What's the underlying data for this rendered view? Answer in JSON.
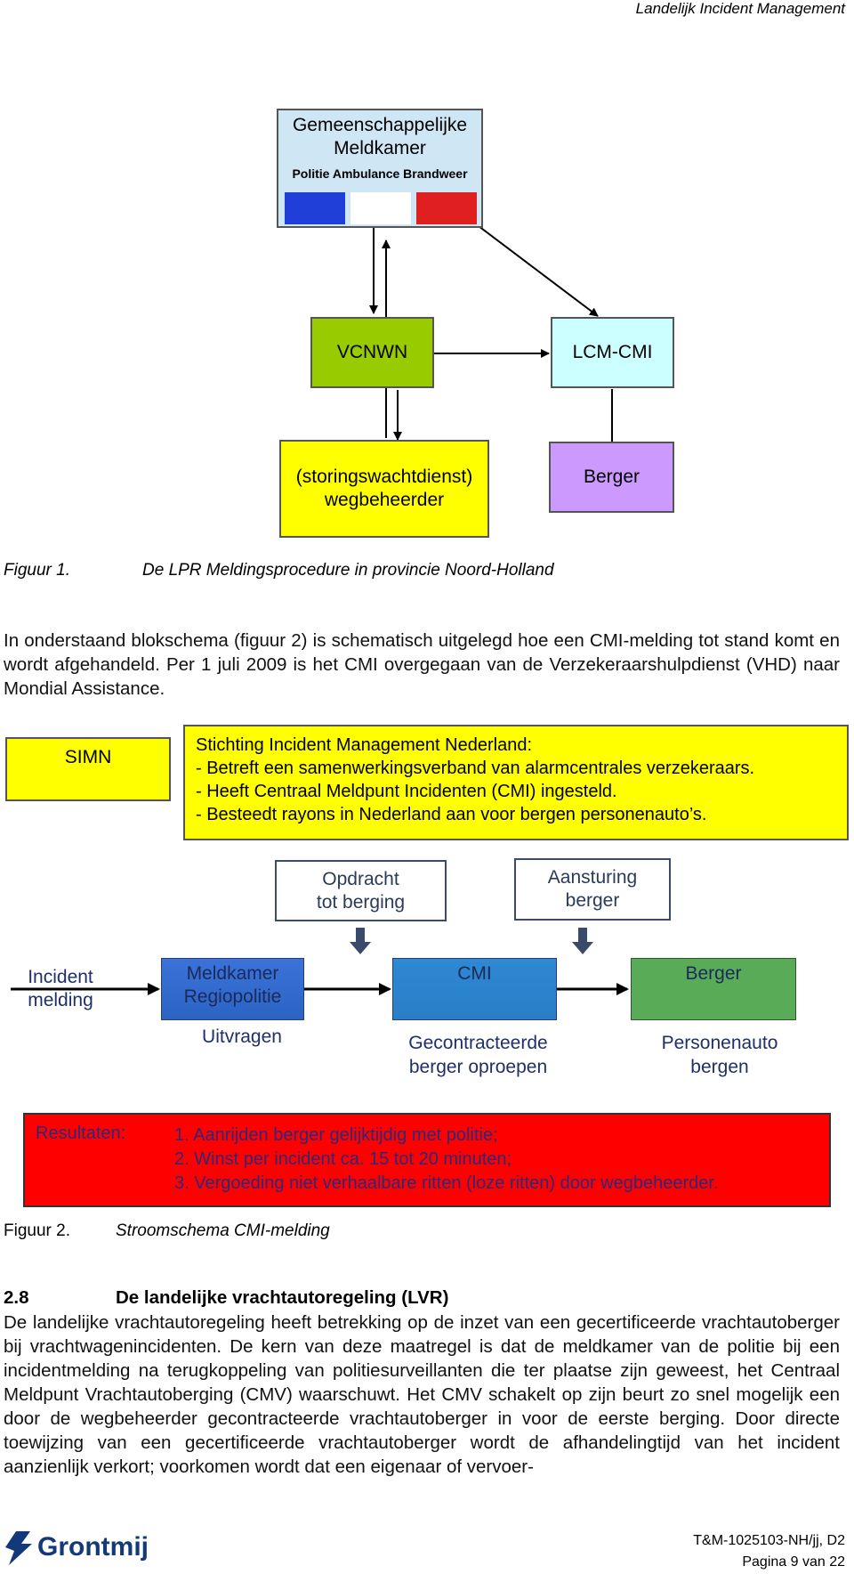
{
  "header": {
    "title": "Landelijk Incident Management"
  },
  "figure1": {
    "meldkamer_title": "Gemeenschappelijke Meldkamer",
    "meldkamer_sub": "Politie Ambulance Brandweer",
    "flag_colors": [
      "#1f3fd8",
      "#ffffff",
      "#e02020"
    ],
    "vcnwn": "VCNWN",
    "lcm_cmi": "LCM-CMI",
    "wegbeheerder_line1": "(storingswachtdienst)",
    "wegbeheerder_line2": "wegbeheerder",
    "berger": "Berger",
    "caption_label": "Figuur 1.",
    "caption_text": "De LPR Meldingsprocedure in provincie Noord-Holland"
  },
  "intro_paragraph": "In onderstaand blokschema (figuur 2) is schematisch uitgelegd hoe een CMI-melding tot stand komt en wordt afgehandeld. Per 1 juli 2009 is het CMI overgegaan van de Verzekeraarshulpdienst (VHD) naar Mondial Assistance.",
  "figure2": {
    "simn": "SIMN",
    "simn_desc": [
      "Stichting Incident Management Nederland:",
      "- Betreft een samenwerkingsverband van alarmcentrales verzekeraars.",
      "- Heeft Centraal Meldpunt Incidenten (CMI) ingesteld.",
      "- Besteedt rayons in Nederland aan voor bergen personenauto’s."
    ],
    "opdracht_line1": "Opdracht",
    "opdracht_line2": "tot berging",
    "aansturing_line1": "Aansturing",
    "aansturing_line2": "berger",
    "incident_line1": "Incident",
    "incident_line2": "melding",
    "meldkamer_line1": "Meldkamer",
    "meldkamer_line2": "Regiopolitie",
    "cmi": "CMI",
    "berger": "Berger",
    "uitvragen": "Uitvragen",
    "gecontracteerde_line1": "Gecontracteerde",
    "gecontracteerde_line2": "berger oproepen",
    "personenauto_line1": "Personenauto",
    "personenauto_line2": "bergen",
    "resultaten_label": "Resultaten:",
    "resultaten": [
      "1. Aanrijden berger gelijktijdig met politie;",
      "2. Winst per incident ca. 15 tot 20 minuten;",
      "3. Vergoeding niet verhaalbare ritten (loze ritten) door wegbeheerder."
    ],
    "caption_label": "Figuur 2.",
    "caption_text": "Stroomschema CMI-melding"
  },
  "section": {
    "number": "2.8",
    "title": "De landelijke vrachtautoregeling (LVR)",
    "body": "De landelijke vrachtautoregeling heeft betrekking op de inzet van een gecertificeerde vrachtautoberger bij vrachtwagenincidenten. De kern van deze maatregel is dat de meldkamer van de politie bij een incidentmelding na terugkoppeling van politiesurveillanten die ter plaatse zijn geweest, het Centraal Meldpunt Vrachtautoberging (CMV) waarschuwt. Het CMV schakelt op zijn beurt zo snel mogelijk een door de wegbeheerder gecontracteerde vrachtautoberger in voor de eerste berging. Door directe toewijzing van een gecertificeerde vrachtautoberger wordt de afhandelingtijd van het incident aanzienlijk verkort; voorkomen wordt dat een eigenaar of vervoer-"
  },
  "footer": {
    "logo_text": "Grontmij",
    "doc_ref": "T&M-1025103-NH/jj, D2",
    "page": "Pagina 9 van 22"
  }
}
